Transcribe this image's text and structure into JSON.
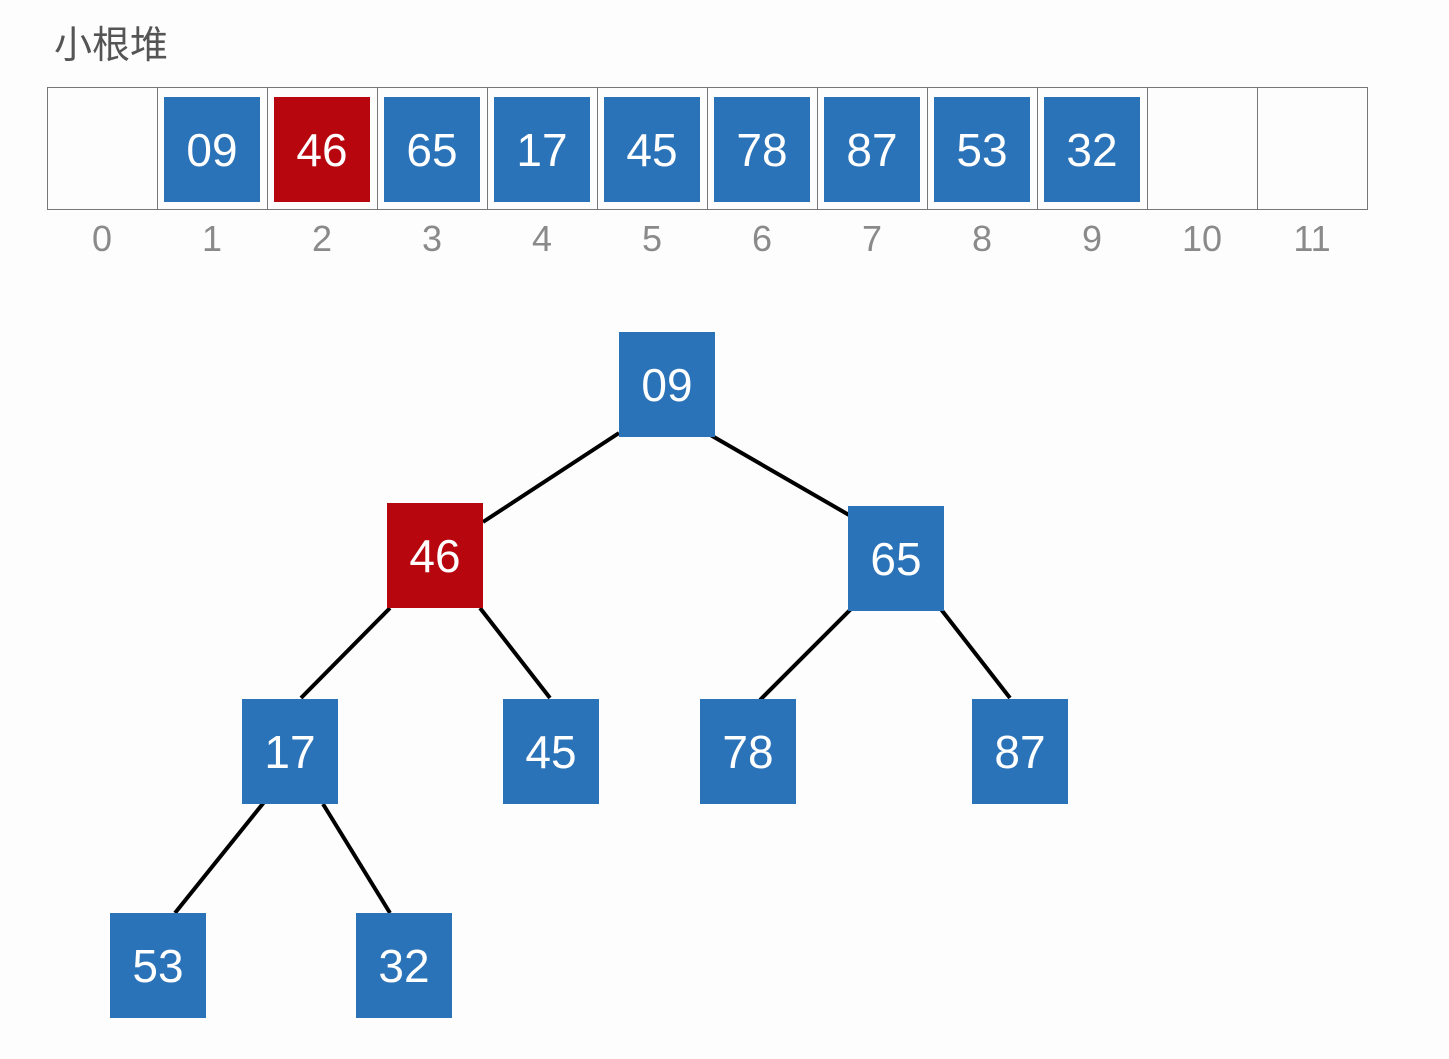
{
  "title": "小根堆",
  "colors": {
    "node": "#2b73b9",
    "highlight": "#b8060f",
    "edge": "#000000"
  },
  "array": {
    "cells": [
      {
        "index": "0",
        "value": ""
      },
      {
        "index": "1",
        "value": "09"
      },
      {
        "index": "2",
        "value": "46",
        "highlight": true
      },
      {
        "index": "3",
        "value": "65"
      },
      {
        "index": "4",
        "value": "17"
      },
      {
        "index": "5",
        "value": "45"
      },
      {
        "index": "6",
        "value": "78"
      },
      {
        "index": "7",
        "value": "87"
      },
      {
        "index": "8",
        "value": "53"
      },
      {
        "index": "9",
        "value": "32"
      },
      {
        "index": "10",
        "value": ""
      },
      {
        "index": "11",
        "value": ""
      }
    ]
  },
  "tree": {
    "nodes": [
      {
        "id": "n1",
        "value": "09"
      },
      {
        "id": "n2",
        "value": "46",
        "highlight": true
      },
      {
        "id": "n3",
        "value": "65"
      },
      {
        "id": "n4",
        "value": "17"
      },
      {
        "id": "n5",
        "value": "45"
      },
      {
        "id": "n6",
        "value": "78"
      },
      {
        "id": "n7",
        "value": "87"
      },
      {
        "id": "n8",
        "value": "53"
      },
      {
        "id": "n9",
        "value": "32"
      }
    ],
    "edges": [
      [
        "n1",
        "n2"
      ],
      [
        "n1",
        "n3"
      ],
      [
        "n2",
        "n4"
      ],
      [
        "n2",
        "n5"
      ],
      [
        "n3",
        "n6"
      ],
      [
        "n3",
        "n7"
      ],
      [
        "n4",
        "n8"
      ],
      [
        "n4",
        "n9"
      ]
    ]
  }
}
